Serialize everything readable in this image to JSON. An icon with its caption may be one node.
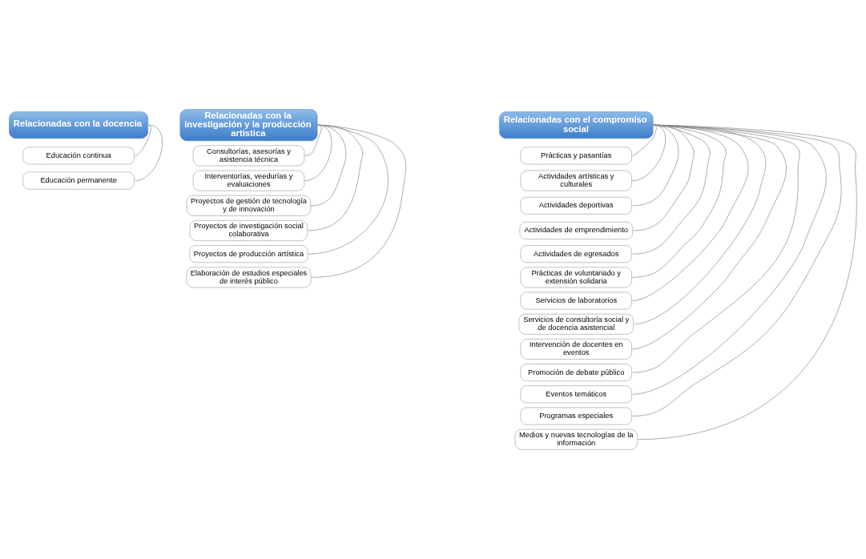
{
  "diagram": {
    "nodes": [
      {
        "text": [
          "Relacionadas con la docencia"
        ]
      },
      {
        "text": [
          "Educación continua"
        ]
      },
      {
        "text": [
          "Educación permanente"
        ]
      },
      {
        "text": [
          "Relacionadas con la investigación y la producción artística"
        ]
      },
      {
        "text": [
          "Consultorías, asesorías y asistencia técnica"
        ]
      },
      {
        "text": [
          "Interventorías, veedurías y evaluaciones"
        ]
      },
      {
        "text": [
          "Proyectos de gestión de tecnología y de innovación"
        ]
      },
      {
        "text": [
          "Proyectos de investigación social colaborativa"
        ]
      },
      {
        "text": [
          "Proyectos de producción artística"
        ]
      },
      {
        "text": [
          "Elaboración de estudios especiales de interés público"
        ]
      },
      {
        "text": [
          "Relacionadas con el compromiso social"
        ]
      },
      {
        "text": [
          "Prácticas y pasantías"
        ]
      },
      {
        "text": [
          "Actividades artísticas y culturales"
        ]
      },
      {
        "text": [
          "Actividades deportivas"
        ]
      },
      {
        "text": [
          "Actividades de emprendimiento"
        ]
      },
      {
        "text": [
          "Actividades de egresados"
        ]
      },
      {
        "text": [
          "Prácticas de voluntariado y extensión solidaria"
        ]
      },
      {
        "text": [
          "Servicios de laboratorios"
        ]
      },
      {
        "text": [
          "Servicios de consultoría social y de docencia asistencial"
        ]
      },
      {
        "text": [
          "Intervención de docentes en eventos"
        ]
      },
      {
        "text": [
          "Promoción de debate público"
        ]
      },
      {
        "text": [
          "Eventos temáticos"
        ]
      },
      {
        "text": [
          "Programas especiales"
        ]
      },
      {
        "text": [
          "Medios y nuevas tecnologías de la información"
        ]
      }
    ],
    "edges": [
      {
        "from": 0,
        "to": 1,
        "arrow": "none"
      },
      {
        "from": 0,
        "to": 2,
        "arrow": "none"
      },
      {
        "from": 3,
        "to": 4,
        "arrow": "none"
      },
      {
        "from": 3,
        "to": 5,
        "arrow": "none"
      },
      {
        "from": 3,
        "to": 6,
        "arrow": "none"
      },
      {
        "from": 3,
        "to": 7,
        "arrow": "none"
      },
      {
        "from": 3,
        "to": 8,
        "arrow": "none"
      },
      {
        "from": 3,
        "to": 9,
        "arrow": "none"
      },
      {
        "from": 10,
        "to": 11,
        "arrow": "none"
      },
      {
        "from": 10,
        "to": 12,
        "arrow": "none"
      },
      {
        "from": 10,
        "to": 13,
        "arrow": "none"
      },
      {
        "from": 10,
        "to": 14,
        "arrow": "none"
      },
      {
        "from": 10,
        "to": 15,
        "arrow": "none"
      },
      {
        "from": 10,
        "to": 16,
        "arrow": "none"
      },
      {
        "from": 10,
        "to": 17,
        "arrow": "none"
      },
      {
        "from": 10,
        "to": 18,
        "arrow": "none"
      },
      {
        "from": 10,
        "to": 19,
        "arrow": "none"
      },
      {
        "from": 10,
        "to": 20,
        "arrow": "none"
      },
      {
        "from": 10,
        "to": 21,
        "arrow": "none"
      },
      {
        "from": 10,
        "to": 22,
        "arrow": "none"
      },
      {
        "from": 10,
        "to": 23,
        "arrow": "none"
      }
    ]
  }
}
